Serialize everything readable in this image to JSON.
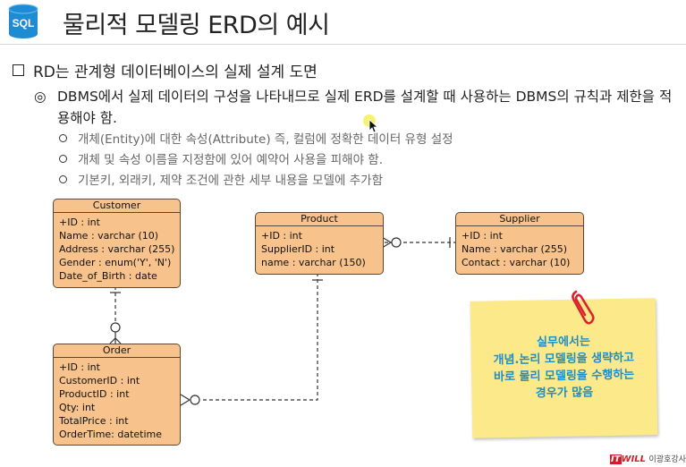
{
  "logo": {
    "label": "SQL"
  },
  "page_title": "물리적 모델링 ERD의 예시",
  "heading": "RD는 관계형 데이터베이스의 실제 설계 도면",
  "paragraph": "DBMS에서 실제 데이터의 구성을 나타내므로 실제 ERD를 설계할 때 사용하는 DBMS의 규칙과 제한을 적용해야 함.",
  "bullets": [
    "개체(Entity)에 대한 속성(Attribute) 즉, 컬럼에 정확한 데이터 유형 설정",
    "개체 및 속성 이름을 지정함에 있어 예약어 사용을 피해야 함.",
    "기본키, 외래키, 제약 조건에 관한 세부 내용을 모델에 추가함"
  ],
  "entities": {
    "customer": {
      "name": "Customer",
      "attrs": [
        "+ID : int",
        "Name : varchar (10)",
        "Address : varchar (255)",
        "Gender : enum('Y', 'N')",
        "Date_of_Birth : date"
      ]
    },
    "product": {
      "name": "Product",
      "attrs": [
        "+ID : int",
        "SupplierID : int",
        "name : varchar (150)"
      ]
    },
    "supplier": {
      "name": "Supplier",
      "attrs": [
        "+ID : int",
        "Name : varchar (255)",
        "Contact : varchar (10)"
      ]
    },
    "order": {
      "name": "Order",
      "attrs": [
        "+ID : int",
        "CustomerID : int",
        "ProductID : int",
        "Qty: int",
        "TotalPrice : int",
        "OrderTime: datetime"
      ]
    }
  },
  "note": {
    "lines": [
      "실무에서는",
      "개념.논리 모델링을 생략하고",
      "바로 물리 모델링을 수행하는",
      "경우가 많음"
    ]
  },
  "brand": {
    "it": "IT",
    "will": "WILL",
    "academy": "이광호강사"
  },
  "colors": {
    "entity_fill": "#f7c28c",
    "note_fill": "#fbe98a",
    "note_text": "#1e8fc5",
    "brand_red": "#d01c2c",
    "logo_blue": "#1f8bd3"
  }
}
